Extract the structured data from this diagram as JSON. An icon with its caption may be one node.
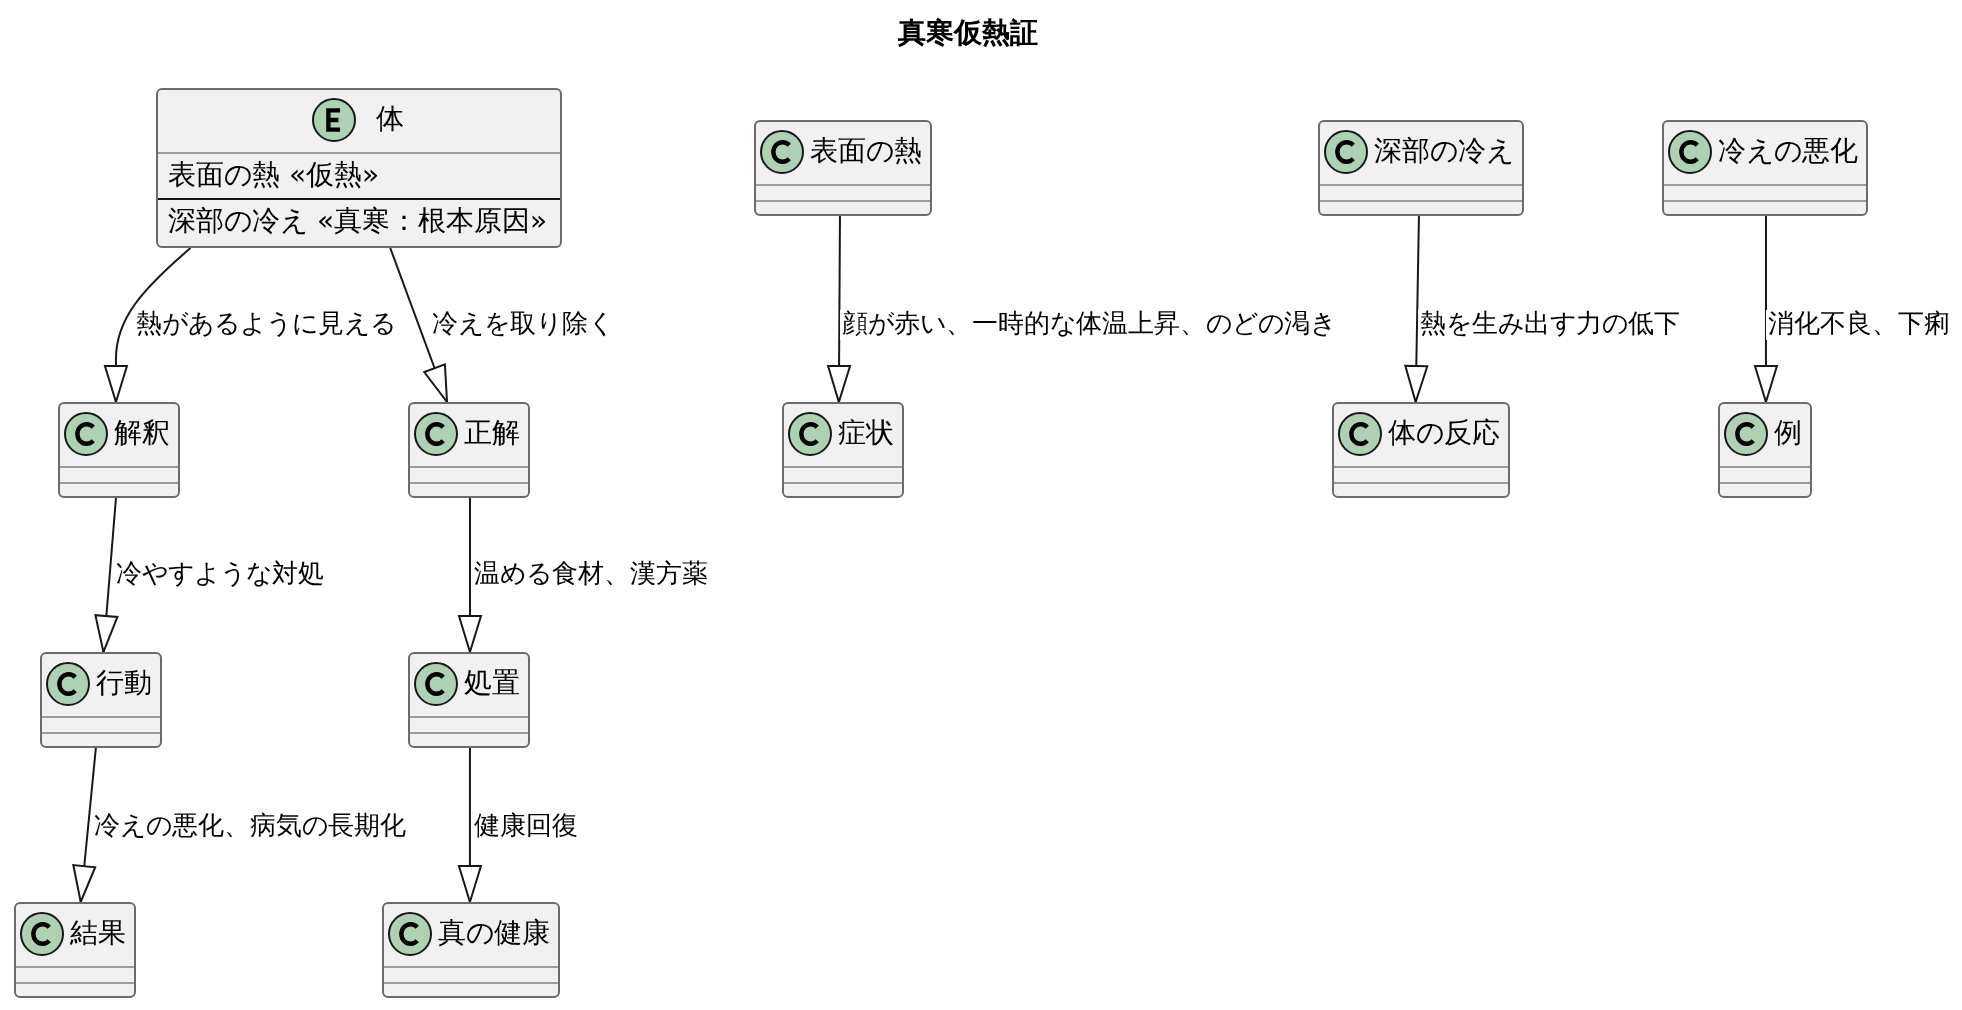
{
  "diagram": {
    "title": "真寒仮熱証",
    "nodes": [
      {
        "text": [
          "体",
          "表面の熱 «仮熱»",
          "深部の冷え «真寒：根本原因»"
        ]
      },
      {
        "text": [
          "表面の熱"
        ]
      },
      {
        "text": [
          "深部の冷え"
        ]
      },
      {
        "text": [
          "冷えの悪化"
        ]
      },
      {
        "text": [
          "解釈"
        ]
      },
      {
        "text": [
          "正解"
        ]
      },
      {
        "text": [
          "症状"
        ]
      },
      {
        "text": [
          "体の反応"
        ]
      },
      {
        "text": [
          "例"
        ]
      },
      {
        "text": [
          "行動"
        ]
      },
      {
        "text": [
          "処置"
        ]
      },
      {
        "text": [
          "結果"
        ]
      },
      {
        "text": [
          "真の健康"
        ]
      }
    ],
    "edges": [
      {
        "from": 0,
        "to": 4,
        "arrow": "to",
        "label": "熱があるように見える"
      },
      {
        "from": 0,
        "to": 5,
        "arrow": "to",
        "label": "冷えを取り除く"
      },
      {
        "from": 1,
        "to": 6,
        "arrow": "to",
        "label": "顔が赤い、一時的な体温上昇、のどの渇き"
      },
      {
        "from": 2,
        "to": 7,
        "arrow": "to",
        "label": "熱を生み出す力の低下"
      },
      {
        "from": 3,
        "to": 8,
        "arrow": "to",
        "label": "消化不良、下痢"
      },
      {
        "from": 4,
        "to": 9,
        "arrow": "to",
        "label": "冷やすような対処"
      },
      {
        "from": 5,
        "to": 10,
        "arrow": "to",
        "label": "温める食材、漢方薬"
      },
      {
        "from": 9,
        "to": 11,
        "arrow": "to",
        "label": "冷えの悪化、病気の長期化"
      },
      {
        "from": 10,
        "to": 12,
        "arrow": "to",
        "label": "健康回復"
      }
    ]
  }
}
